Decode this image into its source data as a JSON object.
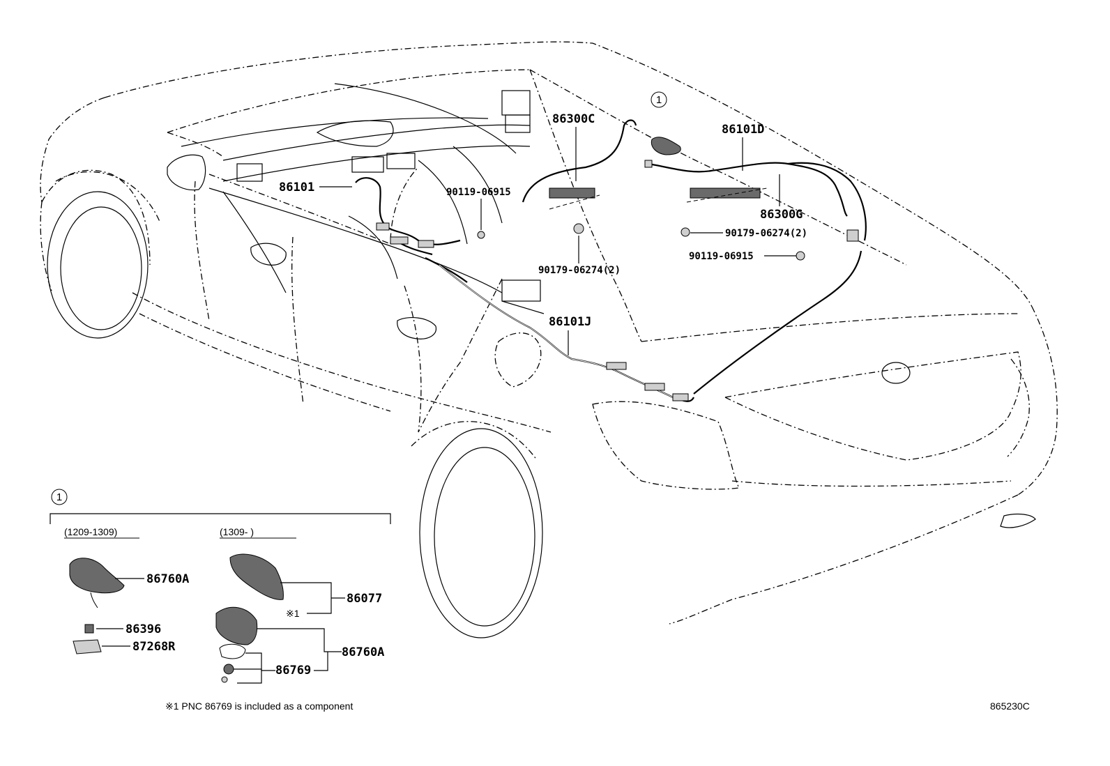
{
  "callouts": {
    "p86300C": "86300C",
    "p86101D": "86101D",
    "p86101": "86101",
    "p90119_a": "90119-06915",
    "p86300G": "86300G",
    "p90179_a": "90179-06274(2)",
    "p90119_b": "90119-06915",
    "p90179_b": "90179-06274(2)",
    "p86101J": "86101J"
  },
  "circle_marker": "1",
  "detail": {
    "marker": "1",
    "range_left": "(1209-1309)",
    "range_right": "(1309-    )",
    "p86760A_left": "86760A",
    "p86396": "86396",
    "p87268R": "87268R",
    "p86077": "86077",
    "p86760A_right": "86760A",
    "p86769": "86769",
    "ref_mark": "※1"
  },
  "footnote": "※1 PNC 86769 is included as a component",
  "diagram_id": "865230C"
}
